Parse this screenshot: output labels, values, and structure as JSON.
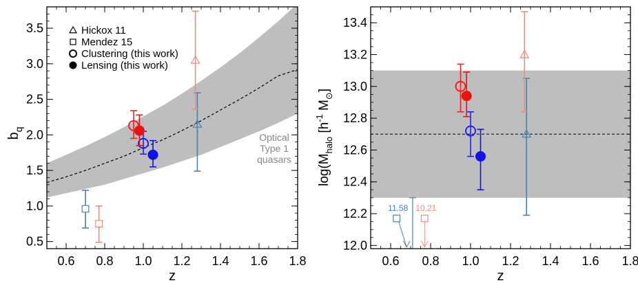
{
  "chart_data": [
    {
      "type": "scatter",
      "xlabel": "z",
      "ylabel": "b",
      "ylabel_sub": "q",
      "xlim": [
        0.5,
        1.8
      ],
      "ylim": [
        0.4,
        3.8
      ],
      "xticks": [
        0.6,
        0.8,
        1.0,
        1.2,
        1.4,
        1.6,
        1.8
      ],
      "xtick_labels": [
        "0.6",
        "0.8",
        "1.0",
        "1.2",
        "1.4",
        "1.6",
        "1.8"
      ],
      "yticks": [
        0.5,
        1.0,
        1.5,
        2.0,
        2.5,
        3.0,
        3.5
      ],
      "ytick_labels": [
        "0.5",
        "1.0",
        "1.5",
        "2.0",
        "2.5",
        "3.0",
        "3.5"
      ],
      "band": {
        "x": [
          0.5,
          0.6,
          0.7,
          0.8,
          0.9,
          1.0,
          1.1,
          1.2,
          1.3,
          1.4,
          1.5,
          1.6,
          1.7,
          1.8
        ],
        "upper": [
          1.6,
          1.72,
          1.84,
          1.97,
          2.11,
          2.26,
          2.41,
          2.58,
          2.76,
          2.95,
          3.15,
          3.37,
          3.6,
          3.85
        ],
        "lower": [
          1.12,
          1.18,
          1.24,
          1.3,
          1.38,
          1.46,
          1.54,
          1.63,
          1.72,
          1.83,
          1.94,
          2.05,
          2.17,
          2.3
        ],
        "center": [
          1.33,
          1.41,
          1.5,
          1.6,
          1.7,
          1.82,
          1.93,
          2.06,
          2.2,
          2.35,
          2.5,
          2.66,
          2.83,
          2.92
        ],
        "label_lines": [
          "Optical",
          "Type 1",
          "quasars"
        ]
      },
      "series": [
        {
          "name": "Hickox 11",
          "marker": "triangle",
          "points": [
            {
              "x": 1.28,
              "y": 2.15,
              "ylo": 1.49,
              "yhi": 2.59,
              "color": "#4682b4"
            },
            {
              "x": 1.27,
              "y": 3.05,
              "ylo": 2.36,
              "yhi": 3.74,
              "color": "#f08a7e"
            }
          ]
        },
        {
          "name": "Mendez 15",
          "marker": "square",
          "points": [
            {
              "x": 0.7,
              "y": 0.96,
              "ylo": 0.69,
              "yhi": 1.22,
              "color": "#4682b4"
            },
            {
              "x": 0.77,
              "y": 0.75,
              "ylo": 0.49,
              "yhi": 1.0,
              "color": "#f08a7e"
            }
          ]
        },
        {
          "name": "Clustering (this work)",
          "marker": "circle-open",
          "points": [
            {
              "x": 0.95,
              "y": 2.13,
              "ylo": 1.95,
              "yhi": 2.34,
              "color": "#ee2222"
            },
            {
              "x": 1.0,
              "y": 1.88,
              "ylo": 1.73,
              "yhi": 2.05,
              "color": "#2222ee"
            }
          ]
        },
        {
          "name": "Lensing (this work)",
          "marker": "circle-filled",
          "points": [
            {
              "x": 0.98,
              "y": 2.06,
              "ylo": 1.85,
              "yhi": 2.28,
              "color": "#ee1111"
            },
            {
              "x": 1.05,
              "y": 1.72,
              "ylo": 1.55,
              "yhi": 1.92,
              "color": "#1111ee"
            }
          ]
        }
      ],
      "legend": {
        "placement": "top-left",
        "entries": [
          "Hickox 11",
          "Mendez 15",
          "Clustering (this work)",
          "Lensing (this work)"
        ]
      }
    },
    {
      "type": "scatter",
      "xlabel": "z",
      "ylabel": "log(M",
      "ylabel_sub": "halo",
      "ylabel_units": " [h",
      "ylabel_sup": "-1",
      "ylabel_tail": " M",
      "ylabel_sun": "⊙",
      "ylabel_close": "]",
      "xlim": [
        0.5,
        1.8
      ],
      "ylim": [
        11.98,
        13.5
      ],
      "xticks": [
        0.6,
        0.8,
        1.0,
        1.2,
        1.4,
        1.6,
        1.8
      ],
      "xtick_labels": [
        "0.6",
        "0.8",
        "1.0",
        "1.2",
        "1.4",
        "1.6",
        "1.8"
      ],
      "yticks": [
        12.0,
        12.2,
        12.4,
        12.6,
        12.8,
        13.0,
        13.2,
        13.4
      ],
      "ytick_labels": [
        "12.0",
        "12.2",
        "12.4",
        "12.6",
        "12.8",
        "13.0",
        "13.2",
        "13.4"
      ],
      "band": {
        "lower": 12.3,
        "upper": 13.1,
        "center": 12.7
      },
      "series": [
        {
          "name": "Hickox 11",
          "marker": "triangle",
          "points": [
            {
              "x": 1.28,
              "y": 12.7,
              "ylo": 12.19,
              "yhi": 13.05,
              "color": "#4682b4"
            },
            {
              "x": 1.27,
              "y": 13.2,
              "ylo": 12.84,
              "yhi": 13.47,
              "color": "#f08a7e"
            }
          ]
        },
        {
          "name": "Mendez 15",
          "marker": "square",
          "points": [
            {
              "x": 0.63,
              "y": 12.17,
              "arrow_x": 0.68,
              "arrow_from": 12.2,
              "arrow_to": 11.99,
              "label": "11.58",
              "color": "#4682b4"
            },
            {
              "x": 0.77,
              "y": 12.17,
              "arrow_x": 0.77,
              "arrow_from": 12.15,
              "arrow_to": 11.99,
              "label": "10.21",
              "color": "#f08a7e"
            }
          ]
        },
        {
          "name": "Clustering (this work)",
          "marker": "circle-open",
          "points": [
            {
              "x": 0.95,
              "y": 13.0,
              "ylo": 12.84,
              "yhi": 13.14,
              "color": "#ee2222"
            },
            {
              "x": 1.0,
              "y": 12.72,
              "ylo": 12.56,
              "yhi": 12.84,
              "color": "#2222ee"
            }
          ]
        },
        {
          "name": "Lensing (this work)",
          "marker": "circle-filled",
          "points": [
            {
              "x": 0.98,
              "y": 12.94,
              "ylo": 12.81,
              "yhi": 13.09,
              "color": "#ee1111"
            },
            {
              "x": 1.05,
              "y": 12.56,
              "ylo": 12.35,
              "yhi": 12.73,
              "color": "#1111ee"
            }
          ]
        }
      ],
      "extra_line": {
        "x": 0.71,
        "ylo": 11.98,
        "yhi": 12.3,
        "color": "#4682b4"
      }
    }
  ]
}
